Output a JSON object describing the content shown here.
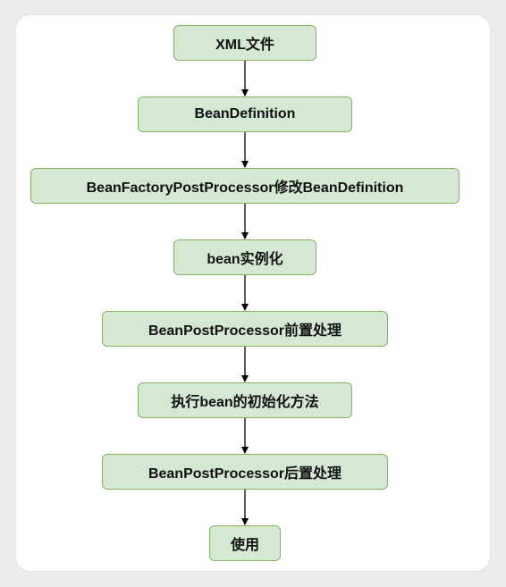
{
  "flow": {
    "nodes": [
      "XML文件",
      "BeanDefinition",
      "BeanFactoryPostProcessor修改BeanDefinition",
      "bean实例化",
      "BeanPostProcessor前置处理",
      "执行bean的初始化方法",
      "BeanPostProcessor后置处理",
      "使用"
    ]
  },
  "colors": {
    "node_fill": "#d5e8d4",
    "node_border": "#82b366",
    "arrow": "#000000"
  }
}
